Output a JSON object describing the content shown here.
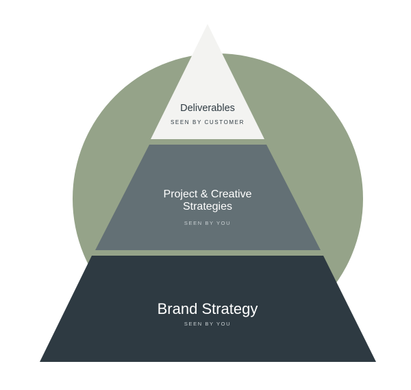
{
  "colors": {
    "circle": "#95a389",
    "top_tier": "#f3f3f1",
    "middle_tier": "#637075",
    "bottom_tier": "#2e3a42",
    "dark_text": "#2e3a42",
    "light_text": "#ffffff",
    "light_caption": "#c9d0d3"
  },
  "tiers": {
    "top": {
      "title": "Deliverables",
      "caption": "SEEN BY CUSTOMER"
    },
    "middle": {
      "title_line1": "Project & Creative",
      "title_line2": "Strategies",
      "caption": "SEEN BY YOU"
    },
    "bottom": {
      "title": "Brand Strategy",
      "caption": "SEEN BY YOU"
    }
  }
}
